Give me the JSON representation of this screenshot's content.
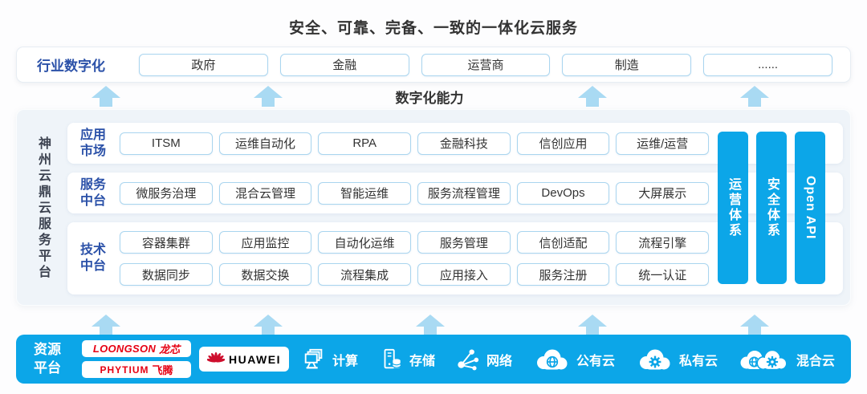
{
  "title": "安全、可靠、完备、一致的一体化云服务",
  "industry": {
    "label": "行业数字化",
    "items": [
      "政府",
      "金融",
      "运营商",
      "制造",
      "......"
    ]
  },
  "capability_label": "数字化能力",
  "platform": {
    "side_label": "神州云鼎云服务平台",
    "rows": [
      {
        "label": "应用市场",
        "items": [
          "ITSM",
          "运维自动化",
          "RPA",
          "金融科技",
          "信创应用",
          "运维/运营"
        ]
      },
      {
        "label": "服务中台",
        "items": [
          "微服务治理",
          "混合云管理",
          "智能运维",
          "服务流程管理",
          "DevOps",
          "大屏展示"
        ]
      },
      {
        "label": "技术中台",
        "items_line1": [
          "容器集群",
          "应用监控",
          "自动化运维",
          "服务管理",
          "信创适配",
          "流程引擎"
        ],
        "items_line2": [
          "数据同步",
          "数据交换",
          "流程集成",
          "应用接入",
          "服务注册",
          "统一认证"
        ]
      }
    ],
    "pillars": [
      "运营体系",
      "安全体系",
      "Open API"
    ]
  },
  "resources": {
    "label": "资源平台",
    "vendors": [
      {
        "en": "LOONGSON",
        "zh": "龙芯"
      },
      {
        "en": "PHYTIUM",
        "zh": "飞腾"
      },
      {
        "en": "HUAWEI",
        "zh": ""
      }
    ],
    "items": [
      {
        "label": "计算",
        "icon": "compute-icon"
      },
      {
        "label": "存储",
        "icon": "storage-icon"
      },
      {
        "label": "网络",
        "icon": "network-icon"
      },
      {
        "label": "公有云",
        "icon": "public-cloud-icon"
      },
      {
        "label": "私有云",
        "icon": "private-cloud-icon"
      },
      {
        "label": "混合云",
        "icon": "hybrid-cloud-icon"
      }
    ]
  },
  "colors": {
    "accent_blue": "#0ca6e8",
    "arrow_blue": "#a9daf3",
    "label_blue": "#2b51a8",
    "pill_border": "#a9d5ef",
    "vendor_red": "#e60012"
  }
}
